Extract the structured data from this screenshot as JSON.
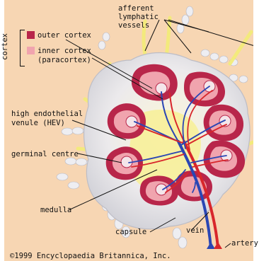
{
  "labels": {
    "afferent": "afferent",
    "lymphatic": "lymphatic",
    "vessels": "vessels",
    "cortex": "cortex",
    "outer_cortex": "outer cortex",
    "inner_cortex": "inner cortex",
    "paracortex": "(paracortex)",
    "hev_line1": "high endothelial",
    "hev_line2": "venule (HEV)",
    "germinal_centre": "germinal centre",
    "medulla": "medulla",
    "capsule": "capsule",
    "vein": "vein",
    "artery": "artery",
    "copyright": "©1999 Encyclopaedia Britannica, Inc."
  },
  "legend": {
    "outer_cortex_color": "#b8264a",
    "inner_cortex_color": "#f0a4ae"
  },
  "colors": {
    "background": "#f7d6b3",
    "node_fill": "#e9e9ec",
    "lymph_yellow": "#f3ec7a",
    "vein_blue": "#2a46b4",
    "artery_red": "#d8262b"
  }
}
